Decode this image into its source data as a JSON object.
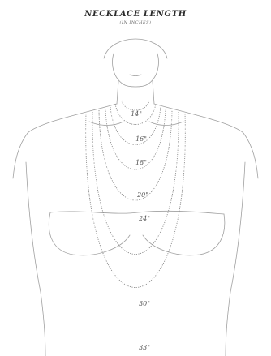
{
  "title": "NECKLACE LENGTH",
  "subtitle": "(IN INCHES)",
  "lengths": [
    {
      "label": "14\""
    },
    {
      "label": "16\""
    },
    {
      "label": "18\""
    },
    {
      "label": "20\""
    },
    {
      "label": "24\""
    },
    {
      "label": "30\""
    },
    {
      "label": "33\""
    }
  ],
  "colors": {
    "line": "#9a9a9a",
    "text": "#555555"
  }
}
